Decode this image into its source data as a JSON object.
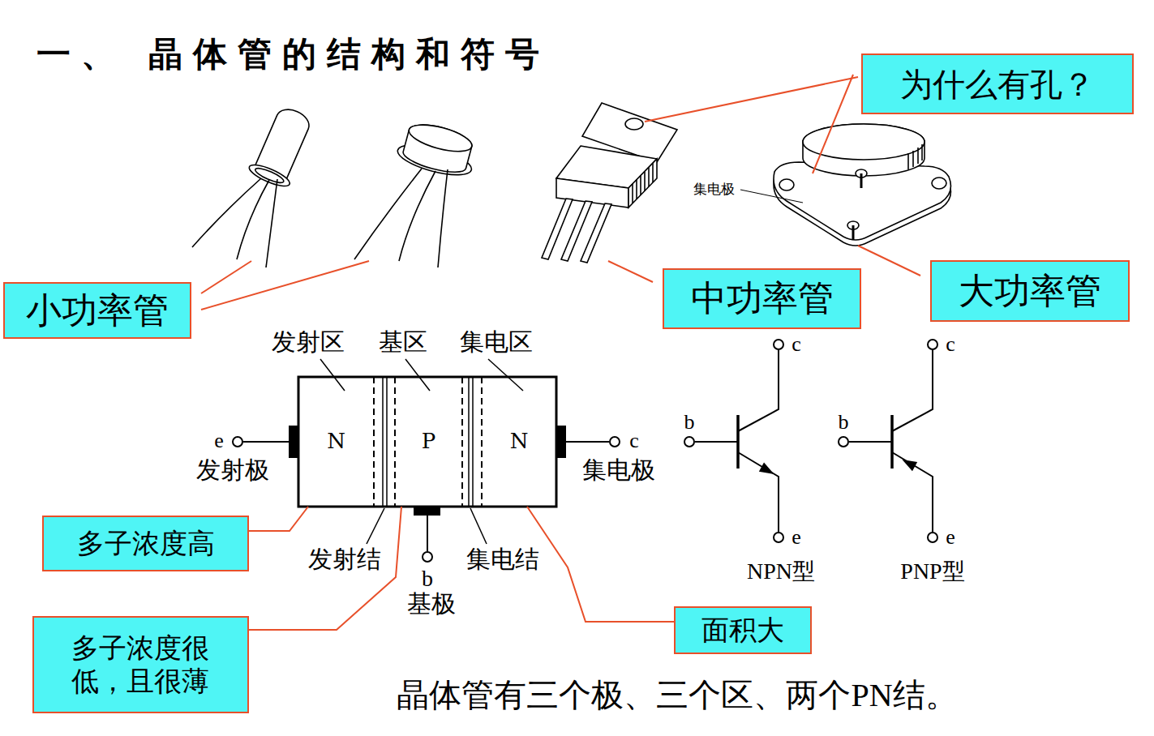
{
  "diagram": {
    "title": "一、 晶体管的结构和符号",
    "caption": "晶体管有三个极、三个区、两个PN结。",
    "nodes": [
      {
        "text": [
          "为什么有孔？"
        ]
      },
      {
        "text": [
          "小功率管"
        ]
      },
      {
        "text": [
          "中功率管"
        ]
      },
      {
        "text": [
          "大功率管"
        ]
      },
      {
        "text": [
          "N"
        ]
      },
      {
        "text": [
          "P"
        ]
      },
      {
        "text": [
          "N"
        ]
      },
      {
        "text": [
          "多子浓度高"
        ]
      },
      {
        "text": [
          "多子浓度很低，且很薄"
        ]
      },
      {
        "text": [
          "面积大"
        ]
      }
    ],
    "edges": [
      {
        "from": 7,
        "to": 4,
        "arrow": "none"
      },
      {
        "from": 8,
        "to": 5,
        "arrow": "none"
      },
      {
        "from": 9,
        "to": 6,
        "arrow": "none"
      }
    ],
    "labels": [
      "发射区",
      "基区",
      "集电区",
      "集电极",
      "e",
      "发射极",
      "c",
      "集电极",
      "发射结",
      "b",
      "基极",
      "集电结",
      "b",
      "c",
      "e",
      "NPN型",
      "b",
      "c",
      "e",
      "PNP型"
    ]
  }
}
